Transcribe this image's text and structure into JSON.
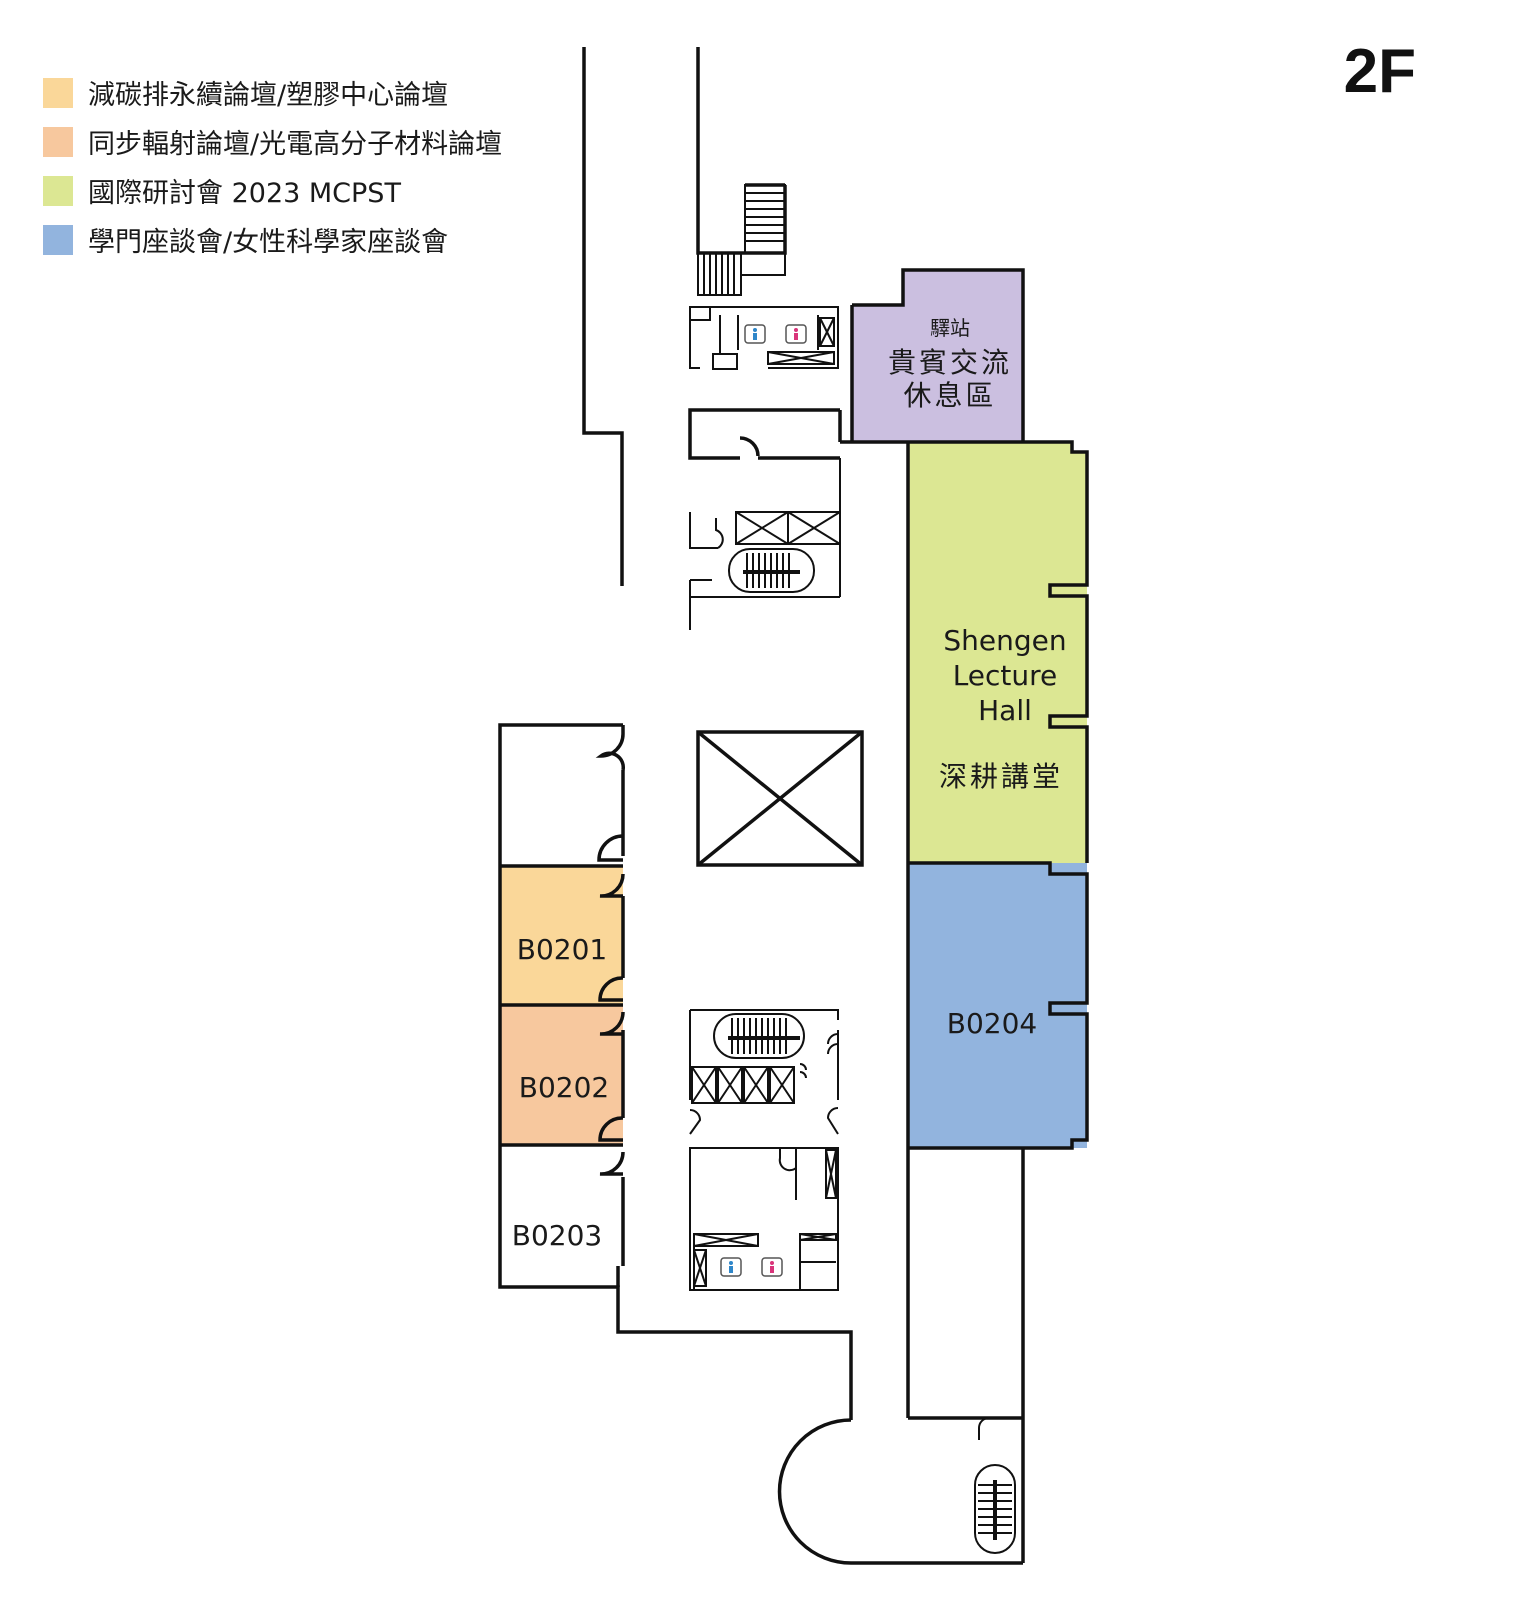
{
  "floor": "2F",
  "legend": [
    {
      "label": "減碳排永續論壇/塑膠中心論壇",
      "color": "#fad799"
    },
    {
      "label": "同步輻射論壇/光電高分子材料論壇",
      "color": "#f7c89e"
    },
    {
      "label": "國際研討會 2023 MCPST",
      "color": "#dce793"
    },
    {
      "label": "學門座談會/女性科學家座談會",
      "color": "#92b4de"
    }
  ],
  "rooms": {
    "lounge": {
      "line1": "驛站",
      "line2": "貴賓交流",
      "line3": "休息區",
      "color": "#cbbfe0"
    },
    "hall": {
      "en1": "Shengen",
      "en2": "Lecture",
      "en3": "Hall",
      "zh": "深耕講堂",
      "color": "#dce793"
    },
    "b0201": {
      "label": "B0201",
      "color": "#fad799"
    },
    "b0202": {
      "label": "B0202",
      "color": "#f7c89e"
    },
    "b0203": {
      "label": "B0203"
    },
    "b0204": {
      "label": "B0204",
      "color": "#92b4de"
    }
  },
  "icons": {
    "restroom_male_color": "#2e86c9",
    "restroom_female_color": "#d9347a"
  }
}
